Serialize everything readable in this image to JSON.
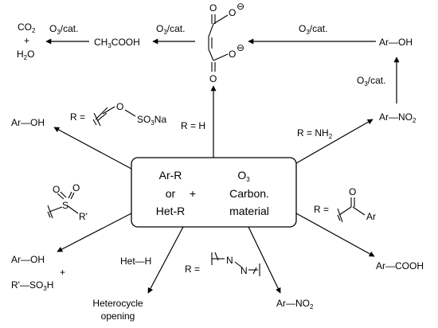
{
  "center": {
    "line1": "Ar-R",
    "line2": "or",
    "line3": "Het-R",
    "plus": "+",
    "line4": "O",
    "line4_sub": "3",
    "line5": "Carbon.",
    "line6": "material"
  },
  "top_path": {
    "products_co2": "CO",
    "products_co2_sub": "2",
    "products_plus": "+",
    "products_h2o": "H",
    "products_h2o_sub": "2",
    "products_h2o_end": "O",
    "reagent1": "O",
    "reagent1_sub": "3",
    "reagent1_end": "/cat.",
    "acetic_acid_a": "CH",
    "acetic_acid_sub": "3",
    "acetic_acid_b": "COOH",
    "reagent2": "O",
    "reagent2_sub": "3",
    "reagent2_end": "/cat.",
    "maleate_o1": "O",
    "maleate_o2": "O",
    "maleate_o3": "O",
    "maleate_o4": "O",
    "minus1": "⊖",
    "minus2": "⊖",
    "reagent3": "O",
    "reagent3_sub": "3",
    "reagent3_end": "/cat.",
    "phenol": "Ar—OH",
    "reagent4": "O",
    "reagent4_sub": "3",
    "reagent4_end": "/cat.",
    "nitroarene": "Ar—NO",
    "nitroarene_sub": "2",
    "condition_h": "R = H",
    "condition_nh2": "R = NH",
    "condition_nh2_sub": "2"
  },
  "left_branches": {
    "sulfonate_label": "R =",
    "sulfonate_o": "O",
    "sulfonate_so3": "SO",
    "sulfonate_so3_sub": "3",
    "sulfonate_na": "Na",
    "phenol": "Ar—OH",
    "sulfone_o1": "O",
    "sulfone_o2": "O",
    "sulfone_s": "S",
    "sulfone_r": "R'",
    "bottom_phenol": "Ar—OH",
    "bottom_plus": "+",
    "bottom_sulfonic_a": "R'—SO",
    "bottom_sulfonic_sub": "3",
    "bottom_sulfonic_b": "H"
  },
  "bottom_branches": {
    "het_h": "Het—H",
    "heterocycle_1": "Heterocycle",
    "heterocycle_2": "opening",
    "azo_label": "R =",
    "azo_n1": "N",
    "azo_n2": "N",
    "nitro": "Ar—NO",
    "nitro_sub": "2"
  },
  "right_branches": {
    "ketone_label": "R =",
    "ketone_o": "O",
    "ketone_ar": "Ar",
    "acid": "Ar—COOH"
  }
}
